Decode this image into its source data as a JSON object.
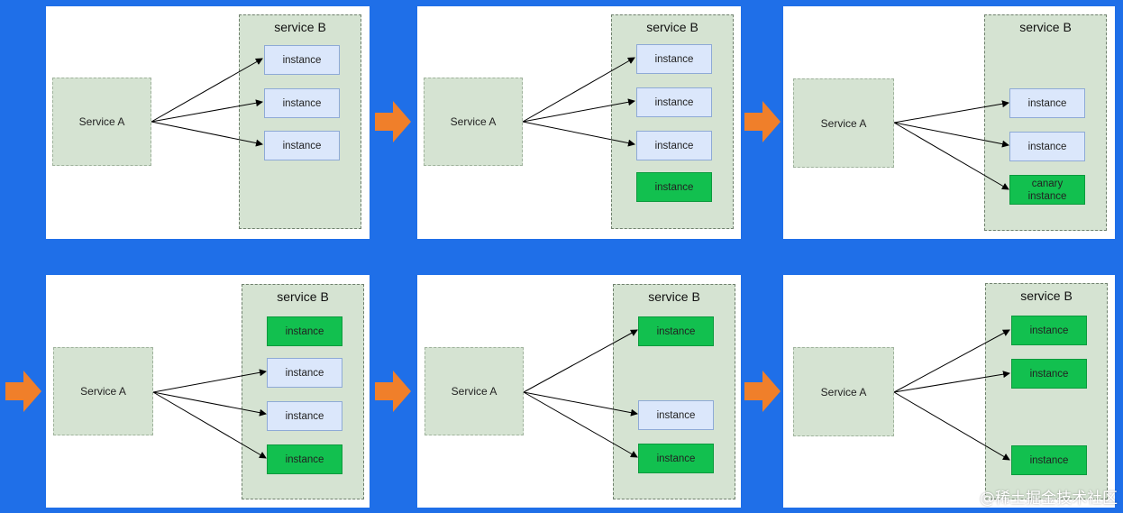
{
  "colors": {
    "background": "#1f6fe8",
    "panel": "#ffffff",
    "service_box": "#d5e3d2",
    "instance_old": "#dbe7fb",
    "instance_new": "#12c04f",
    "step_arrow": "#f07f2a"
  },
  "panels": [
    {
      "service_a": "Service A",
      "service_b": "service B",
      "instances": [
        {
          "label": "instance",
          "kind": "old",
          "arrow": true
        },
        {
          "label": "instance",
          "kind": "old",
          "arrow": true
        },
        {
          "label": "instance",
          "kind": "old",
          "arrow": true
        }
      ]
    },
    {
      "service_a": "Service A",
      "service_b": "service B",
      "instances": [
        {
          "label": "instance",
          "kind": "old",
          "arrow": true
        },
        {
          "label": "instance",
          "kind": "old",
          "arrow": true
        },
        {
          "label": "instance",
          "kind": "old",
          "arrow": true
        },
        {
          "label": "instance",
          "kind": "new",
          "arrow": false
        }
      ]
    },
    {
      "service_a": "Service A",
      "service_b": "service B",
      "instances": [
        {
          "label": "instance",
          "kind": "old",
          "arrow": true
        },
        {
          "label": "instance",
          "kind": "old",
          "arrow": true
        },
        {
          "label": "canary\ninstance",
          "kind": "new",
          "arrow": true
        }
      ]
    },
    {
      "service_a": "Service A",
      "service_b": "service B",
      "instances": [
        {
          "label": "instance",
          "kind": "new",
          "arrow": false
        },
        {
          "label": "instance",
          "kind": "old",
          "arrow": true
        },
        {
          "label": "instance",
          "kind": "old",
          "arrow": true
        },
        {
          "label": "instance",
          "kind": "new",
          "arrow": true
        }
      ]
    },
    {
      "service_a": "Service A",
      "service_b": "service B",
      "instances": [
        {
          "label": "instance",
          "kind": "new",
          "arrow": true
        },
        {
          "label": "instance",
          "kind": "old",
          "arrow": true
        },
        {
          "label": "instance",
          "kind": "new",
          "arrow": true
        }
      ]
    },
    {
      "service_a": "Service A",
      "service_b": "service B",
      "instances": [
        {
          "label": "instance",
          "kind": "new",
          "arrow": true
        },
        {
          "label": "instance",
          "kind": "new",
          "arrow": true
        },
        {
          "label": "instance",
          "kind": "new",
          "arrow": true
        }
      ]
    }
  ],
  "step_arrow_icon": "orange-right-arrow-icon",
  "watermark": "@稀土掘金技术社区"
}
